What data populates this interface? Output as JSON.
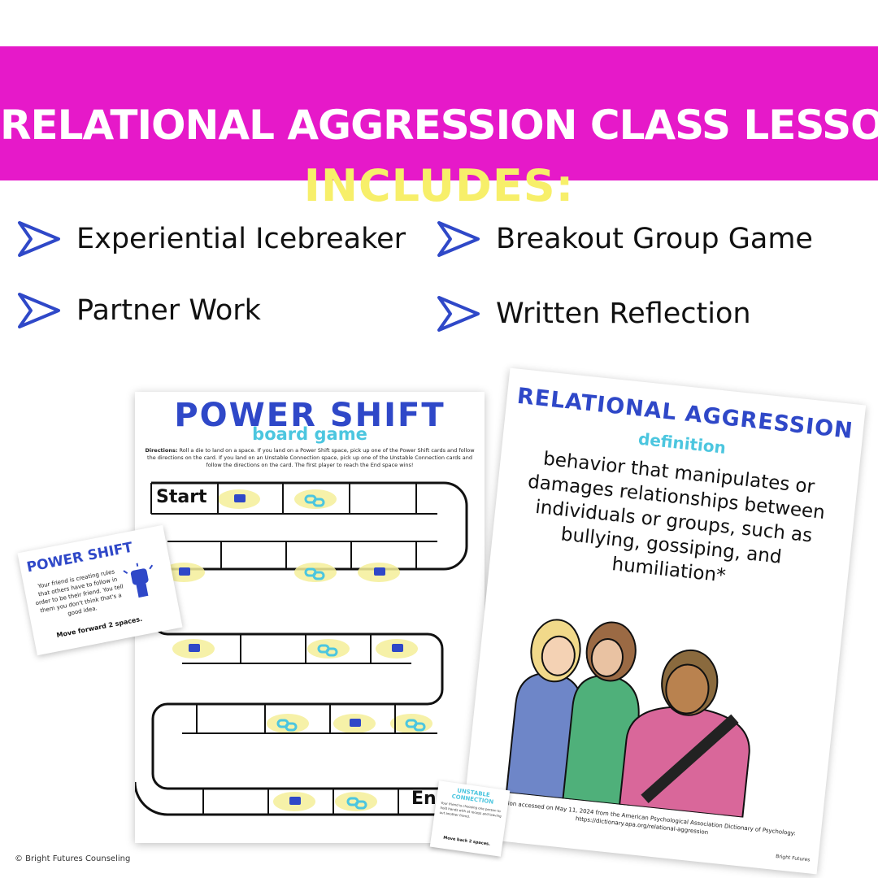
{
  "banner": {
    "title": "RELATIONAL AGGRESSION CLASS LESSON",
    "subtitle": "INCLUDES:",
    "bg_color": "#e619c9",
    "subtitle_color": "#f7ef6a"
  },
  "features": [
    {
      "label": "Experiential Icebreaker",
      "icon": "chevron-right-icon"
    },
    {
      "label": "Breakout Group Game",
      "icon": "chevron-right-icon"
    },
    {
      "label": "Partner Work",
      "icon": "chevron-right-icon"
    },
    {
      "label": "Written Reflection",
      "icon": "chevron-right-icon"
    }
  ],
  "board": {
    "title": "POWER SHIFT",
    "subtitle": "board game",
    "directions_label": "Directions:",
    "directions": "Roll a die to land on a space. If you land on a Power Shift space, pick up one of the Power Shift cards and follow the directions on the card. If you land on an Unstable Connection space, pick up one of the Unstable Connection cards and follow the directions on the card. The first player to reach the End space wins!",
    "start_label": "Start",
    "end_label": "End"
  },
  "card_power": {
    "title": "POWER SHIFT",
    "text": "Your friend is creating rules that others have to follow in order to be their friend. You tell them you don't think that's a good idea.",
    "move": "Move forward 2 spaces."
  },
  "poster": {
    "title": "RELATIONAL AGGRESSION",
    "subtitle": "definition",
    "definition": "behavior that manipulates or damages relationships between individuals or groups, such as bullying, gossiping, and humiliation*",
    "citation": "definition accessed on May 11, 2024 from the American Psychological Association Dictionary of Psychology: https://dictionary.apa.org/relational-aggression",
    "mark": "Bright Futures"
  },
  "card_unstable": {
    "title": "UNSTABLE CONNECTION",
    "text": "Your friend is choosing one person to hold hands with at recess and leaving out another friend.",
    "move": "Move back 2 spaces."
  },
  "copyright": "© Bright Futures Counseling",
  "colors": {
    "accent_blue": "#2f48c8",
    "accent_cyan": "#4cc6df",
    "highlight_yellow": "#f5ef9a"
  }
}
